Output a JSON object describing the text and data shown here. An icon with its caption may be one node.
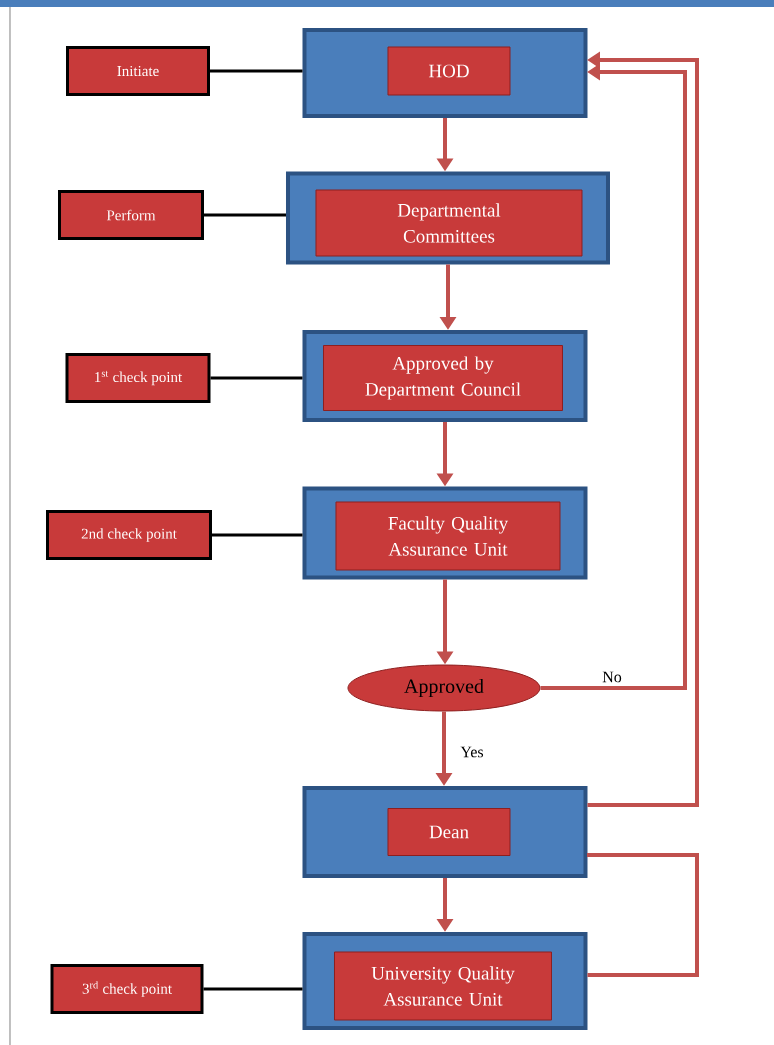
{
  "diagram": {
    "nodes": [
      {
        "text": [
          "Initiate"
        ]
      },
      {
        "text": [],
        "shape": "box"
      },
      {
        "text": [
          "HOD"
        ],
        "in": 1
      },
      {
        "text": [
          "Perform"
        ]
      },
      {
        "text": [],
        "shape": "box"
      },
      {
        "text": [
          "Departmental Committees"
        ],
        "in": 4
      },
      {
        "text": [
          "1$^{st}$ check point"
        ]
      },
      {
        "text": [],
        "shape": "box"
      },
      {
        "text": [
          "Approved by Department Council"
        ],
        "in": 7
      },
      {
        "text": [
          "2nd check point"
        ]
      },
      {
        "text": [],
        "shape": "box"
      },
      {
        "text": [
          "Faculty Quality Assurance Unit"
        ],
        "in": 10
      },
      {
        "text": [
          "Approved"
        ]
      },
      {
        "text": [],
        "shape": "box"
      },
      {
        "text": [
          "Dean"
        ],
        "in": 13
      },
      {
        "text": [
          "3$^{rd}$ check point"
        ]
      },
      {
        "text": [],
        "shape": "box"
      },
      {
        "text": [
          "University Quality Assurance Unit"
        ],
        "in": 16
      }
    ],
    "edges": [
      {
        "from": 0,
        "to": 1,
        "arrow": "none",
        "color": "#000000"
      },
      {
        "from": 1,
        "to": 4,
        "arrow": "to"
      },
      {
        "from": 3,
        "to": 4,
        "arrow": "none",
        "color": "#000000"
      },
      {
        "from": 4,
        "to": 7,
        "arrow": "to"
      },
      {
        "from": 6,
        "to": 7,
        "arrow": "none",
        "color": "#000000"
      },
      {
        "from": 7,
        "to": 10,
        "arrow": "to"
      },
      {
        "from": 9,
        "to": 10,
        "arrow": "none",
        "color": "#000000"
      },
      {
        "from": 10,
        "to": 12,
        "arrow": "to"
      },
      {
        "from": 12,
        "to": 1,
        "arrow": "to",
        "label": "No"
      },
      {
        "from": 12,
        "to": 13,
        "arrow": "to",
        "label": "Yes"
      },
      {
        "from": 13,
        "to": 1,
        "arrow": "to"
      },
      {
        "from": 13,
        "to": 16,
        "arrow": "to"
      },
      {
        "from": 15,
        "to": 16,
        "arrow": "none",
        "color": "#000000"
      },
      {
        "from": 16,
        "to": 13,
        "arrow": "none"
      }
    ]
  }
}
